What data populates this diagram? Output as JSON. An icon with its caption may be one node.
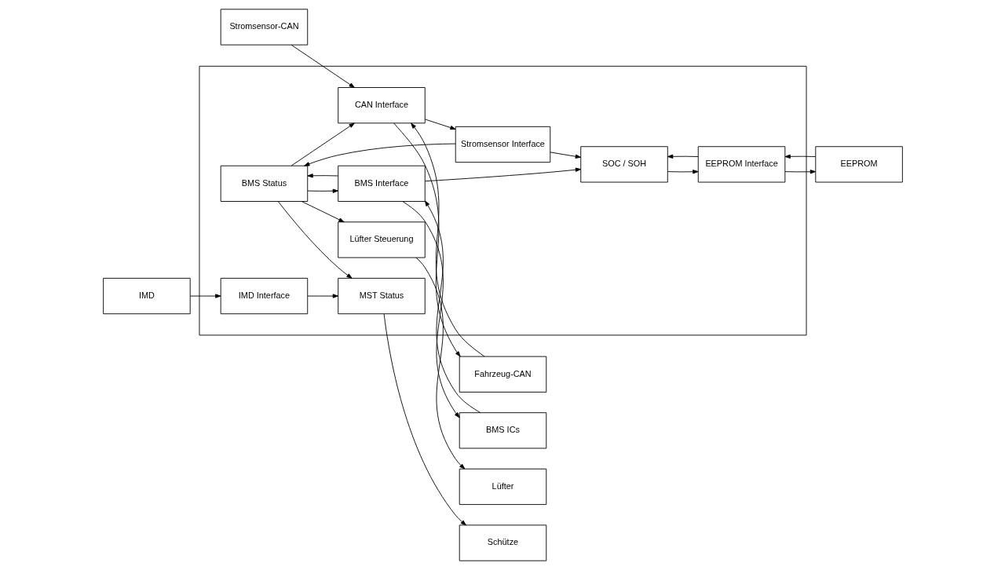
{
  "diagram": {
    "nodes": [
      {
        "text": [],
        "shape": "box"
      },
      {
        "text": [
          "IMD"
        ]
      },
      {
        "text": [
          "IMD Interface"
        ],
        "in": 0
      },
      {
        "text": [
          "Lüfter Steuerung"
        ],
        "in": 0
      },
      {
        "text": [
          "Lüfter"
        ]
      },
      {
        "text": [
          "BMS ICs"
        ]
      },
      {
        "text": [
          "BMS Interface"
        ],
        "in": 0
      },
      {
        "text": [
          "BMS Status"
        ],
        "in": 0
      },
      {
        "text": [
          "MST Status"
        ],
        "in": 0
      },
      {
        "text": [
          "Schütze"
        ]
      },
      {
        "text": [
          "Stromsensor-CAN"
        ]
      },
      {
        "text": [
          "CAN Interface"
        ],
        "in": 0
      },
      {
        "text": [
          "Stromsensor Interface"
        ],
        "in": 0
      },
      {
        "text": [
          "SOC / SOH"
        ],
        "in": 0
      },
      {
        "text": [
          "Fahrzeug-CAN"
        ]
      },
      {
        "text": [
          "EEPROM"
        ]
      },
      {
        "text": [
          "EEPROM Interface"
        ],
        "in": 0
      }
    ],
    "edges": [
      {
        "from": 1,
        "to": 2,
        "arrow": "to"
      },
      {
        "from": 2,
        "to": 8,
        "arrow": "to"
      },
      {
        "from": 7,
        "to": 3,
        "arrow": "to"
      },
      {
        "from": 3,
        "to": 4,
        "arrow": "to"
      },
      {
        "from": 5,
        "to": 6,
        "arrow": "to"
      },
      {
        "from": 6,
        "to": 5,
        "arrow": "to"
      },
      {
        "from": 7,
        "to": 6,
        "arrow": "to"
      },
      {
        "from": 6,
        "to": 7,
        "arrow": "to"
      },
      {
        "from": 7,
        "to": 8,
        "arrow": "to"
      },
      {
        "from": 8,
        "to": 9,
        "arrow": "to"
      },
      {
        "from": 7,
        "to": 11,
        "arrow": "to"
      },
      {
        "from": 6,
        "to": 13,
        "arrow": "to"
      },
      {
        "from": 10,
        "to": 11,
        "arrow": "to"
      },
      {
        "from": 14,
        "to": 11,
        "arrow": "to"
      },
      {
        "from": 11,
        "to": 14,
        "arrow": "to"
      },
      {
        "from": 11,
        "to": 12,
        "arrow": "to"
      },
      {
        "from": 12,
        "to": 7,
        "arrow": "to"
      },
      {
        "from": 12,
        "to": 13,
        "arrow": "to"
      },
      {
        "from": 15,
        "to": 16,
        "arrow": "to"
      },
      {
        "from": 16,
        "to": 15,
        "arrow": "to"
      },
      {
        "from": 16,
        "to": 13,
        "arrow": "to"
      },
      {
        "from": 13,
        "to": 16,
        "arrow": "to"
      }
    ]
  }
}
